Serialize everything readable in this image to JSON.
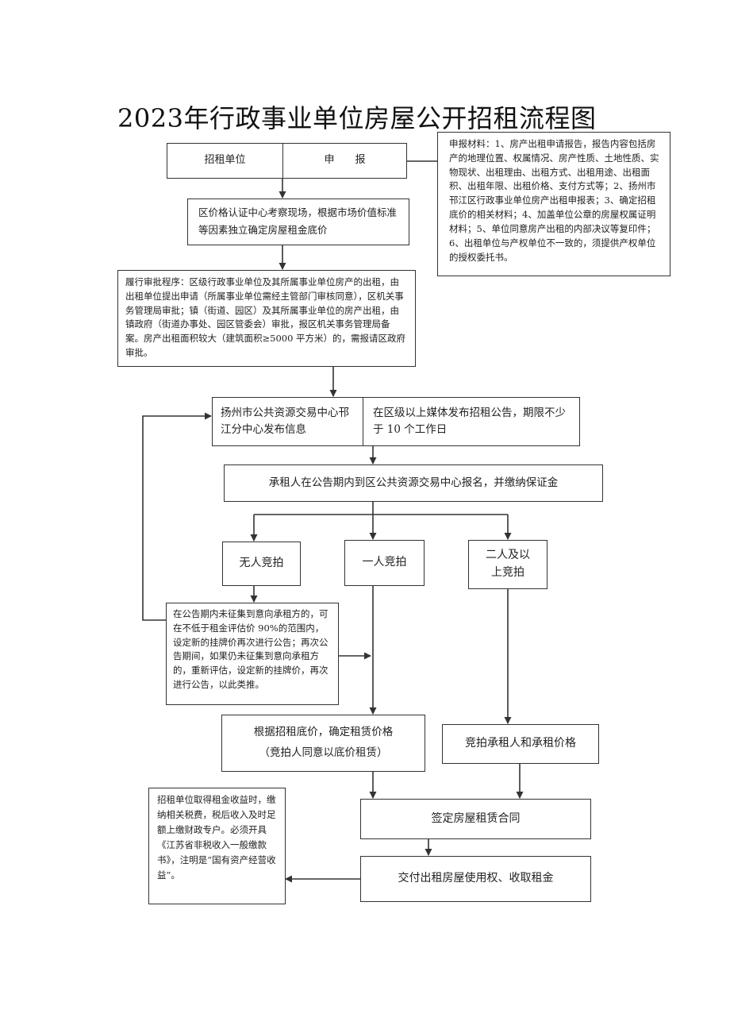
{
  "title": "2023年行政事业单位房屋公开招租流程图",
  "nodes": {
    "zhaozu_unit": "招租单位",
    "shenbao": "申　　报",
    "materials": "申报材料：1、房产出租申请报告，报告内容包括房产的地理位置、权属情况、房产性质、土地性质、实物现状、出租理由、出租方式、出租用途、出租面积、出租年限、出租价格、支付方式等；2、扬州市邗江区行政事业单位房产出租申报表；3、确定招租底价的相关材料；4、加盖单位公章的房屋权属证明材料；5、单位同意房产出租的内部决议等复印件；6、出租单位与产权单位不一致的，须提供产权单位的授权委托书。",
    "appraisal": "区价格认证中心考察现场，根据市场价值标准等因素独立确定房屋租金底价",
    "approval": "履行审批程序：区级行政事业单位及其所属事业单位房产的出租，由出租单位提出申请（所属事业单位需经主管部门审核同意），区机关事务管理局审批；镇（街道、园区）及其所属事业单位的房产出租，由镇政府（街道办事处、园区管委会）审批，报区机关事务管理局备案。房产出租面积较大（建筑面积≥5000 平方米）的，需报请区政府审批。",
    "publish_center": "扬州市公共资源交易中心邗江分中心发布信息",
    "publish_media": "在区级以上媒体发布招租公告，期限不少于 10 个工作日",
    "register": "承租人在公告期内到区公共资源交易中心报名，并缴纳保证金",
    "no_bidder": "无人竞拍",
    "one_bidder": "一人竞拍",
    "two_bidders": "二人及以上竞拍",
    "re_announce": "在公告期内未征集到意向承租方的，可在不低于租金评估价 90%的范围内，设定新的挂牌价再次进行公告；再次公告期间，如果仍未征集到意向承租方的，重新评估，设定新的挂牌价，再次进行公告，以此类推。",
    "base_price_line1": "根据招租底价，确定租赁价格",
    "base_price_line2": "（竞拍人同意以底价租赁）",
    "auction_result": "竞拍承租人和承租价格",
    "contract": "签定房屋租赁合同",
    "deliver": "交付出租房屋使用权、收取租金",
    "income": "招租单位取得租金收益时，缴纳相关税费，税后收入及时足额上缴财政专户。必须开具《江苏省非税收入一般缴款书》，注明是“国有资产经营收益”。"
  }
}
